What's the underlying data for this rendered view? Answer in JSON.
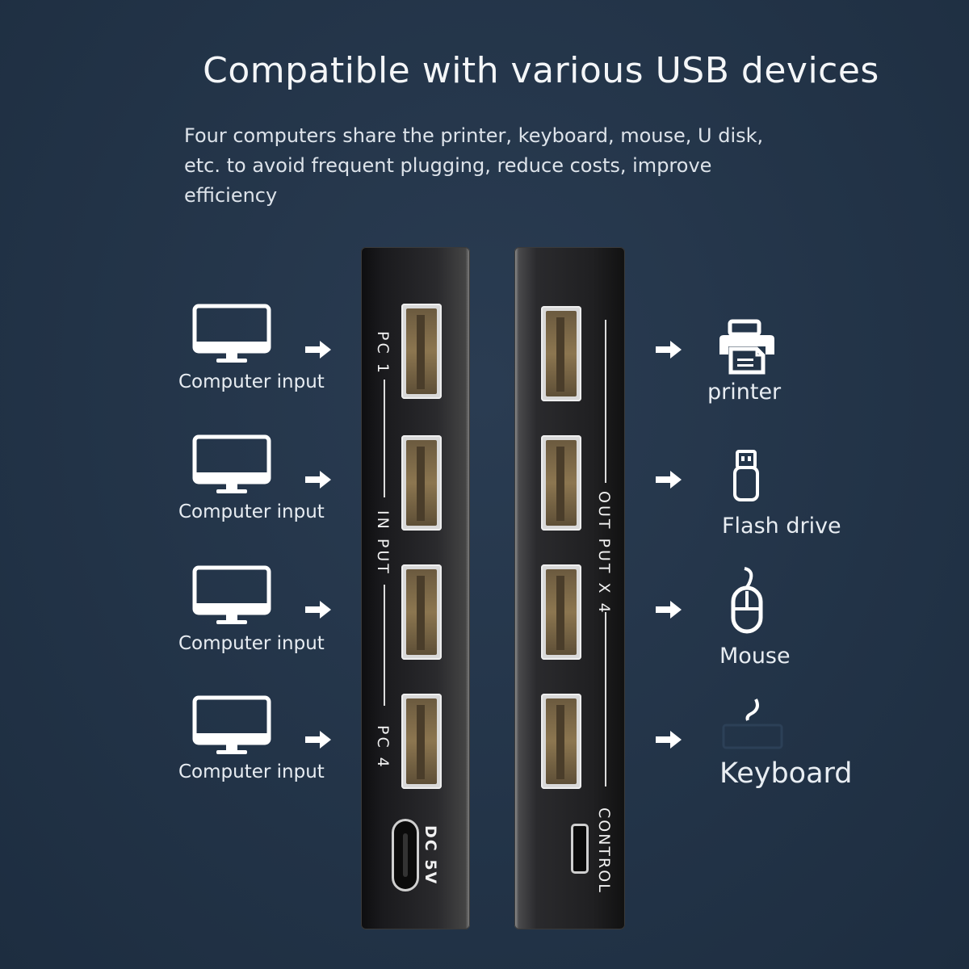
{
  "header": {
    "title": "Compatible with various USB devices",
    "subtitle": "Four computers share the printer, keyboard, mouse, U disk, etc. to avoid frequent plugging, reduce costs, improve efficiency"
  },
  "inputs": [
    {
      "label": "Computer input",
      "icon": "monitor-icon"
    },
    {
      "label": "Computer input",
      "icon": "monitor-icon"
    },
    {
      "label": "Computer input",
      "icon": "monitor-icon"
    },
    {
      "label": "Computer input",
      "icon": "monitor-icon"
    }
  ],
  "outputs": [
    {
      "label": "printer",
      "icon": "printer-icon"
    },
    {
      "label": "Flash drive",
      "icon": "flash-drive-icon"
    },
    {
      "label": "Mouse",
      "icon": "mouse-icon"
    },
    {
      "label": "Keyboard",
      "icon": "keyboard-icon"
    }
  ],
  "switch_in": {
    "pc1": "PC 1",
    "input": "IN PUT",
    "pc4": "PC 4",
    "power": "DC 5V"
  },
  "switch_out": {
    "output": "OUT PUT X 4",
    "control": "CONTROL"
  },
  "colors": {
    "background": "#223347",
    "text": "#eef2f6",
    "port_gold": "#8c7650"
  }
}
